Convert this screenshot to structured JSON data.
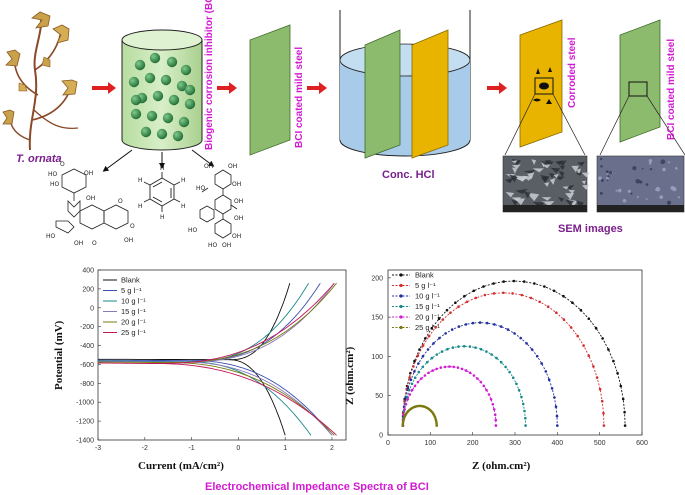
{
  "labels": {
    "organism": "T. ornata",
    "bci": "Biogenic corrosion inhibitor (BCI)",
    "bci_coated_1": "BCI coated mild steel",
    "conc_hcl": "Conc. HCl",
    "corroded_steel": "Corroded steel",
    "bci_coated_2": "BCI coated mild steel",
    "sem_images": "SEM images",
    "bottom_caption": "Electrochemical  Impedance Spectra of BCI"
  },
  "colors": {
    "magenta": "#d21bd2",
    "purple": "#7a1f8c",
    "arrow": "#e02020",
    "green_plate": "#8dbb6e",
    "gold_plate": "#e8b400",
    "cylinder": "#c8e6b0",
    "beaker_fill": "#a7cbe8"
  },
  "chart_data": [
    {
      "type": "line",
      "title": "",
      "xlabel": "Current (mA/cm²)",
      "ylabel": "Potential (mV)",
      "xlim": [
        -3,
        2.3
      ],
      "ylim": [
        -1400,
        400
      ],
      "xticks": [
        "-3",
        "-2",
        "-1",
        "0",
        "1",
        "2"
      ],
      "yticks": [
        "400",
        "200",
        "0",
        "-200",
        "-400",
        "-600",
        "-800",
        "-1000",
        "-1200",
        "-1400"
      ],
      "legend": "top-left",
      "series": [
        {
          "name": "Blank",
          "color": "#111111",
          "ecorr": -550,
          "logi": -0.2,
          "anodic_end": 1.1,
          "cathodic_end": 1.0
        },
        {
          "name": "5 g l⁻¹",
          "color": "#3b4fb0",
          "ecorr": -560,
          "logi": -1.0,
          "anodic_end": 1.75,
          "cathodic_end": 2.0
        },
        {
          "name": "10 g l⁻¹",
          "color": "#1a8a8a",
          "ecorr": -570,
          "logi": -1.1,
          "anodic_end": 1.5,
          "cathodic_end": 1.55
        },
        {
          "name": "15 g l⁻¹",
          "color": "#8a7ab8",
          "ecorr": -575,
          "logi": -1.2,
          "anodic_end": 2.05,
          "cathodic_end": 2.0
        },
        {
          "name": "20 g l⁻¹",
          "color": "#7a7a10",
          "ecorr": -580,
          "logi": -1.5,
          "anodic_end": 2.1,
          "cathodic_end": 2.05
        },
        {
          "name": "25 g l⁻¹",
          "color": "#c2185b",
          "ecorr": -590,
          "logi": -1.8,
          "anodic_end": 2.05,
          "cathodic_end": 2.1
        }
      ]
    },
    {
      "type": "scatter",
      "title": "",
      "xlabel": "Z (ohm.cm²)",
      "ylabel": "Z (ohm.cm²)",
      "xlim": [
        0,
        600
      ],
      "ylim": [
        0,
        210
      ],
      "xticks": [
        "0",
        "100",
        "200",
        "300",
        "400",
        "500",
        "600"
      ],
      "yticks": [
        "0",
        "50",
        "100",
        "150",
        "200"
      ],
      "legend": "top-left",
      "series": [
        {
          "name": "Blank",
          "color": "#111111",
          "start": 35,
          "end": 560,
          "peak": 196
        },
        {
          "name": "5 g l⁻¹",
          "color": "#d32f2f",
          "start": 35,
          "end": 510,
          "peak": 181
        },
        {
          "name": "10 g l⁻¹",
          "color": "#1e2fa0",
          "start": 35,
          "end": 400,
          "peak": 143
        },
        {
          "name": "15 g l⁻¹",
          "color": "#1a8a8a",
          "start": 35,
          "end": 325,
          "peak": 113
        },
        {
          "name": "20 g l⁻¹",
          "color": "#d21bd2",
          "start": 35,
          "end": 255,
          "peak": 87
        },
        {
          "name": "25 g l⁻¹",
          "color": "#7a7a10",
          "start": 35,
          "end": 115,
          "peak": 37
        }
      ]
    }
  ]
}
